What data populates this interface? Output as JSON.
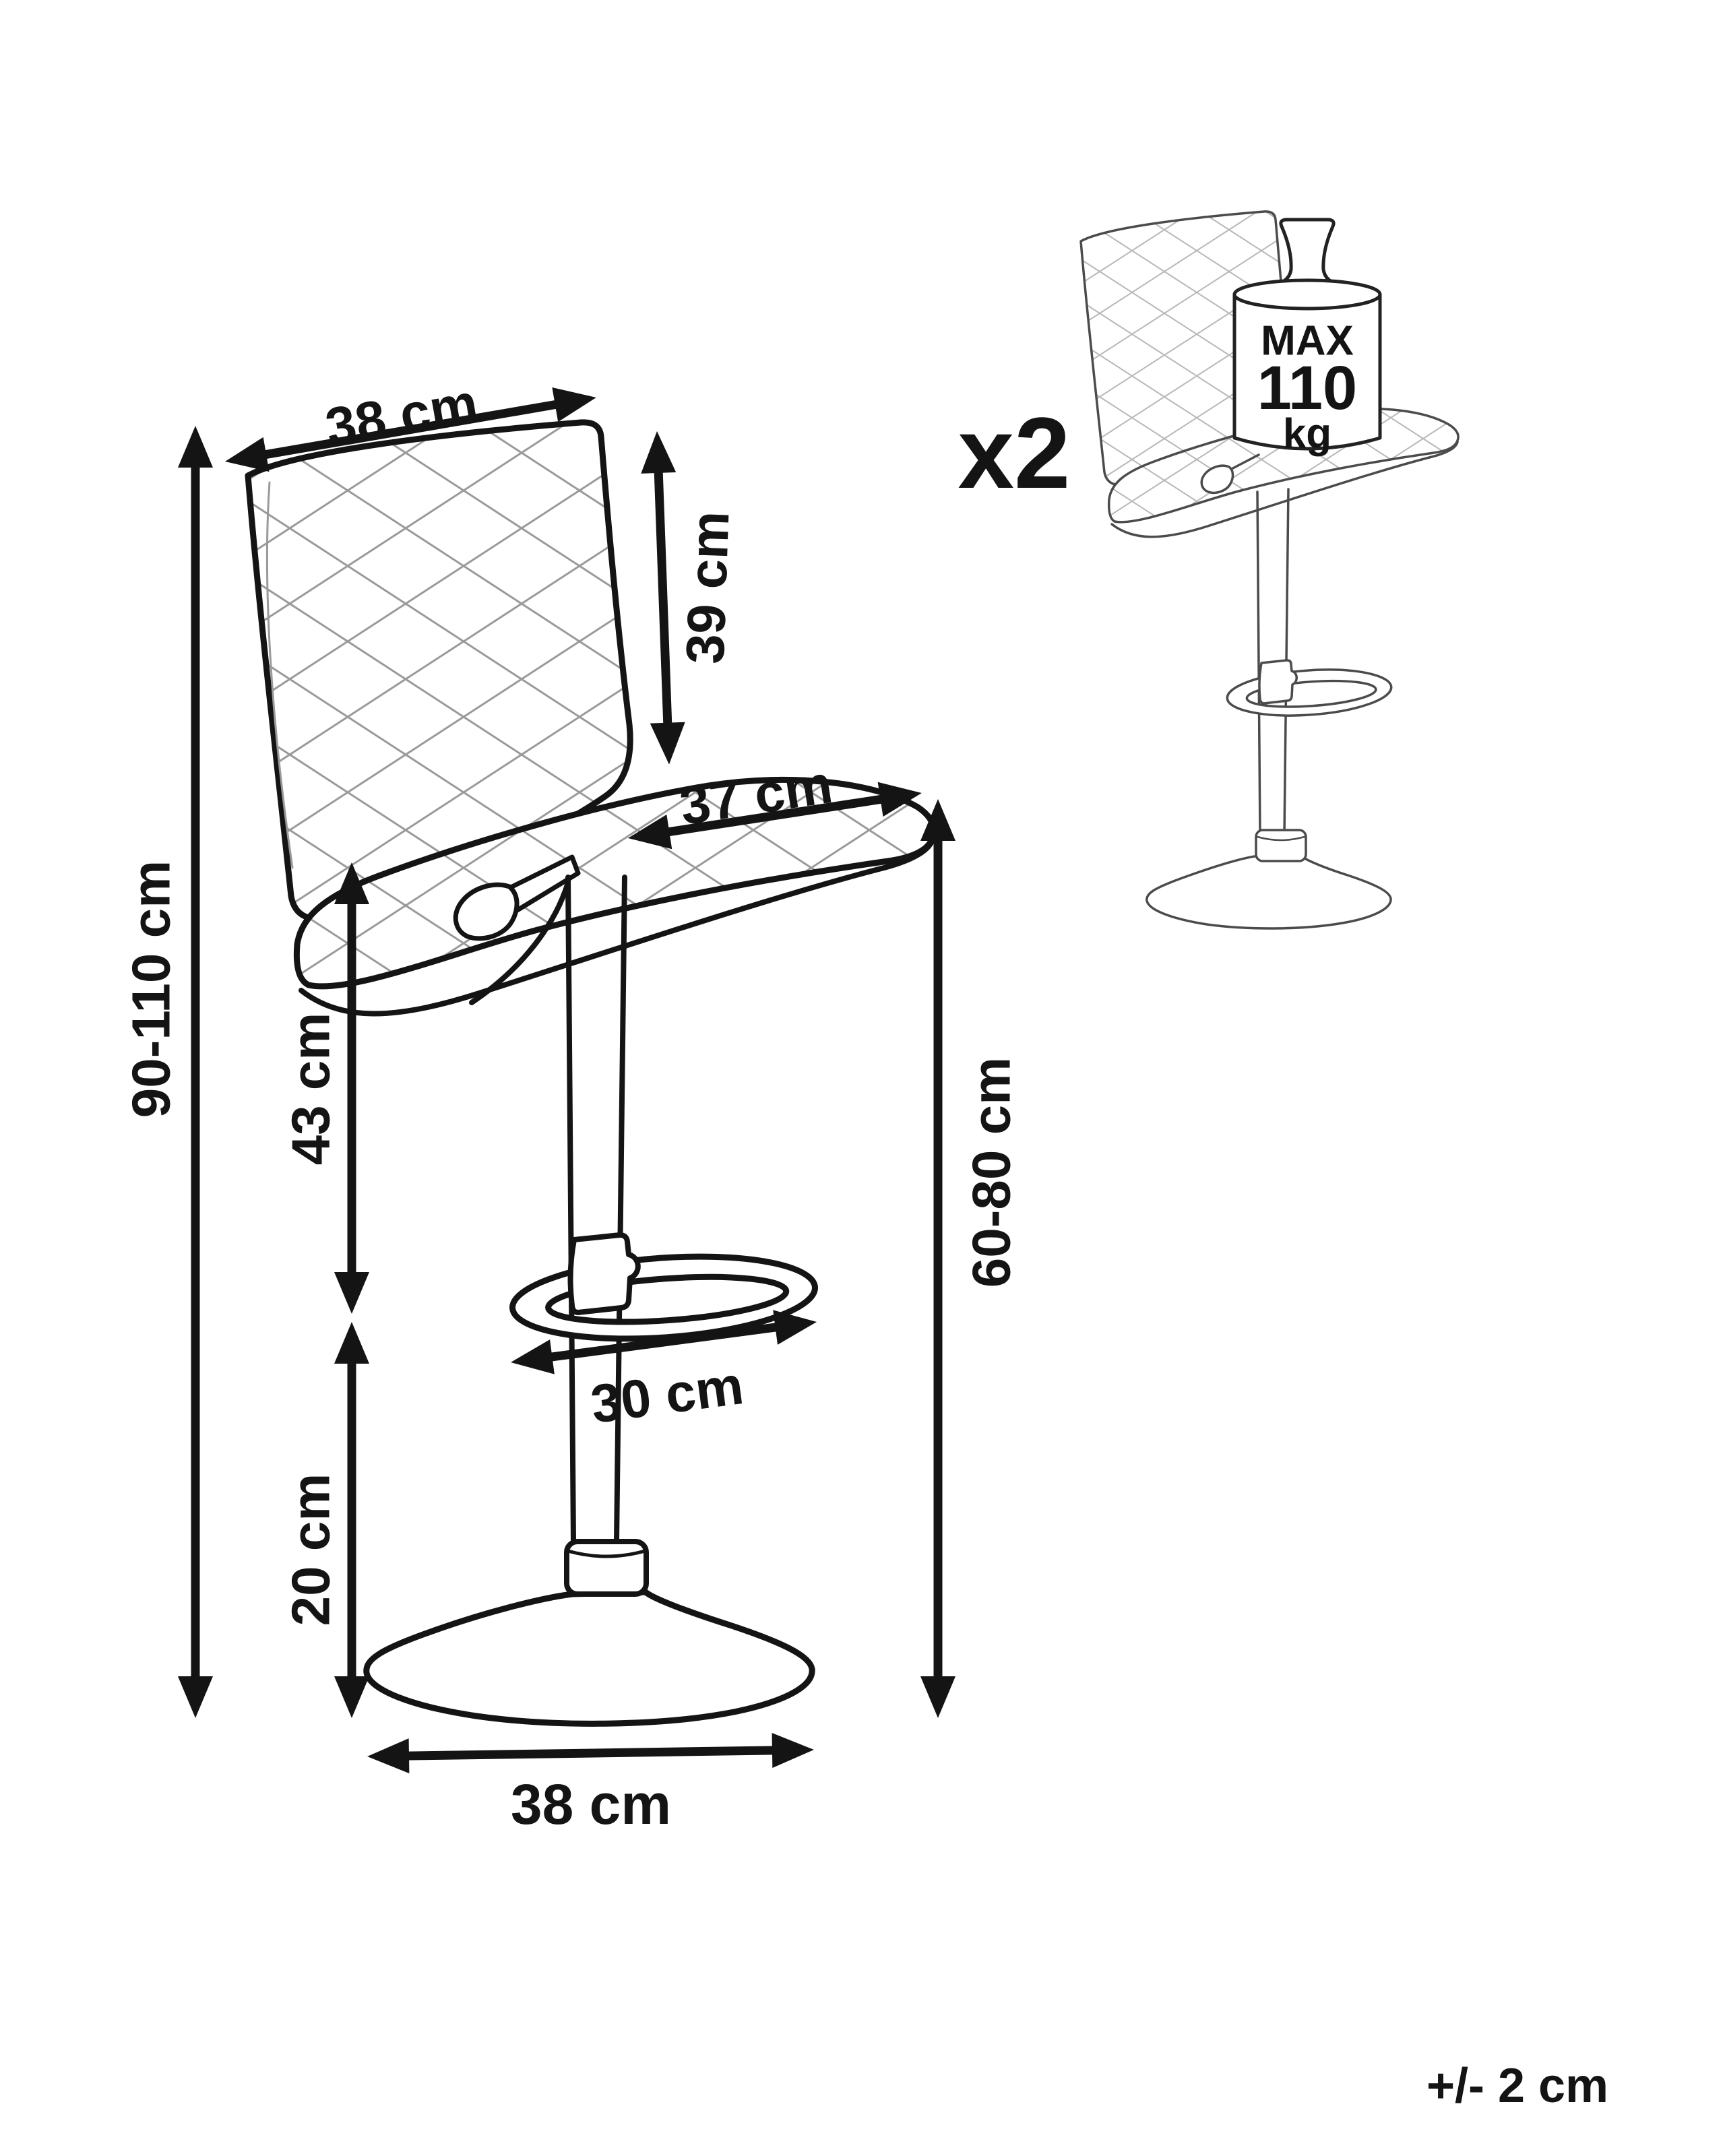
{
  "diagram": {
    "type": "product-dimension-drawing",
    "subject": "height-adjustable quilted bar stool, set of 2"
  },
  "dims": {
    "top_width": "38 cm",
    "backrest_height": "39 cm",
    "seat_depth": "37 cm",
    "overall_height": "90-110 cm",
    "seat_to_footrest": "43 cm",
    "footrest_to_floor": "20 cm",
    "seat_height": "60-80 cm",
    "footrest_width": "30 cm",
    "base_width": "38 cm"
  },
  "annotations": {
    "quantity": "x2",
    "max_load_line1": "MAX",
    "max_load_line2": "110",
    "max_load_line3": "kg",
    "tolerance": "+/- 2 cm"
  },
  "colors": {
    "line": "#141414",
    "quilt_main": "#9a9a9a",
    "line_small": "#4b4b4b",
    "quilt_small": "#b9b9b9",
    "background": "#ffffff"
  }
}
